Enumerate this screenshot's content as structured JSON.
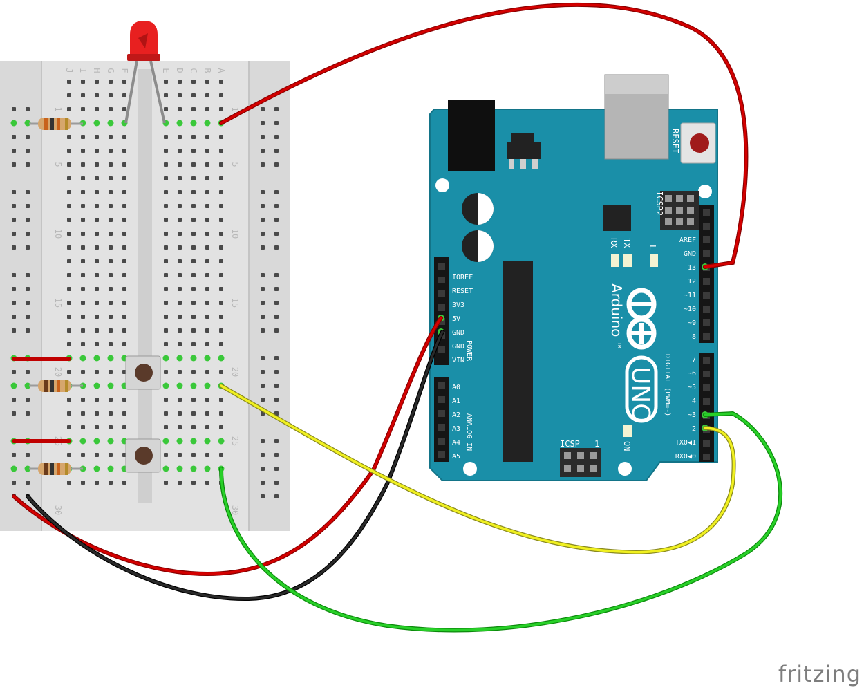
{
  "breadboard": {
    "column_letters": [
      "J",
      "I",
      "H",
      "G",
      "F",
      "E",
      "D",
      "C",
      "B",
      "A"
    ],
    "row_numbers": [
      "1",
      "5",
      "10",
      "15",
      "20",
      "25",
      "30"
    ]
  },
  "arduino": {
    "reset_label": "RESET",
    "icsp2_label": "ICSP2",
    "tx_label": "TX",
    "rx_label": "RX",
    "l_label": "L",
    "brand": "Arduino",
    "trademark": "TM",
    "model": "UNO",
    "on_label": "ON",
    "icsp_label": "ICSP",
    "icsp_pin1": "1",
    "power_section": "POWER",
    "analog_section": "ANALOG IN",
    "digital_section": "DIGITAL (PWM=~)",
    "power_pins": [
      "IOREF",
      "RESET",
      "3V3",
      "5V",
      "GND",
      "GND",
      "VIN"
    ],
    "analog_pins": [
      "A0",
      "A1",
      "A2",
      "A3",
      "A4",
      "A5"
    ],
    "digital_top_pins": [
      "AREF",
      "GND",
      "13",
      "12",
      "~11",
      "~10",
      "~9",
      "8"
    ],
    "digital_bottom_pins": [
      "7",
      "~6",
      "~5",
      "4",
      "~3",
      "2",
      "TX0◀1",
      "RX0◀0"
    ]
  },
  "watermark": "fritzing"
}
